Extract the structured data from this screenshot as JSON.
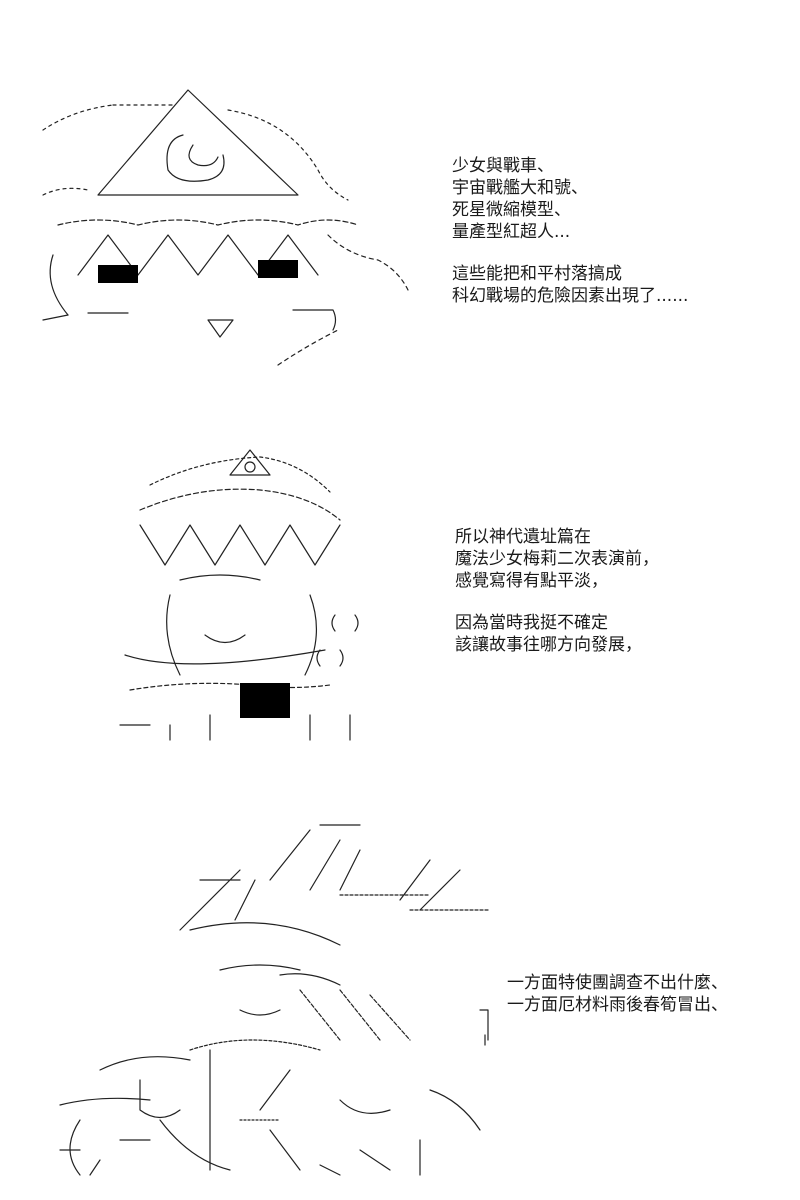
{
  "panels": [
    {
      "art": "pyramid-eye-character",
      "lines": [
        "少女與戰車、",
        "宇宙戰艦大和號、",
        "死星微縮模型、",
        "量產型紅超人...",
        "",
        "這些能把和平村落搞成",
        "科幻戰場的危險因素出現了......"
      ]
    },
    {
      "art": "girl-with-eye-hat",
      "lines": [
        "所以神代遺址篇在",
        "魔法少女梅莉二次表演前，",
        "感覺寫得有點平淡，",
        "",
        "因為當時我挺不確定",
        "該讓故事往哪方向發展，"
      ]
    },
    {
      "art": "dramatic-character-sketch",
      "lines": [
        "一方面特使團調查不出什麼、",
        "一方面厄材料雨後春筍冒出、"
      ]
    }
  ]
}
